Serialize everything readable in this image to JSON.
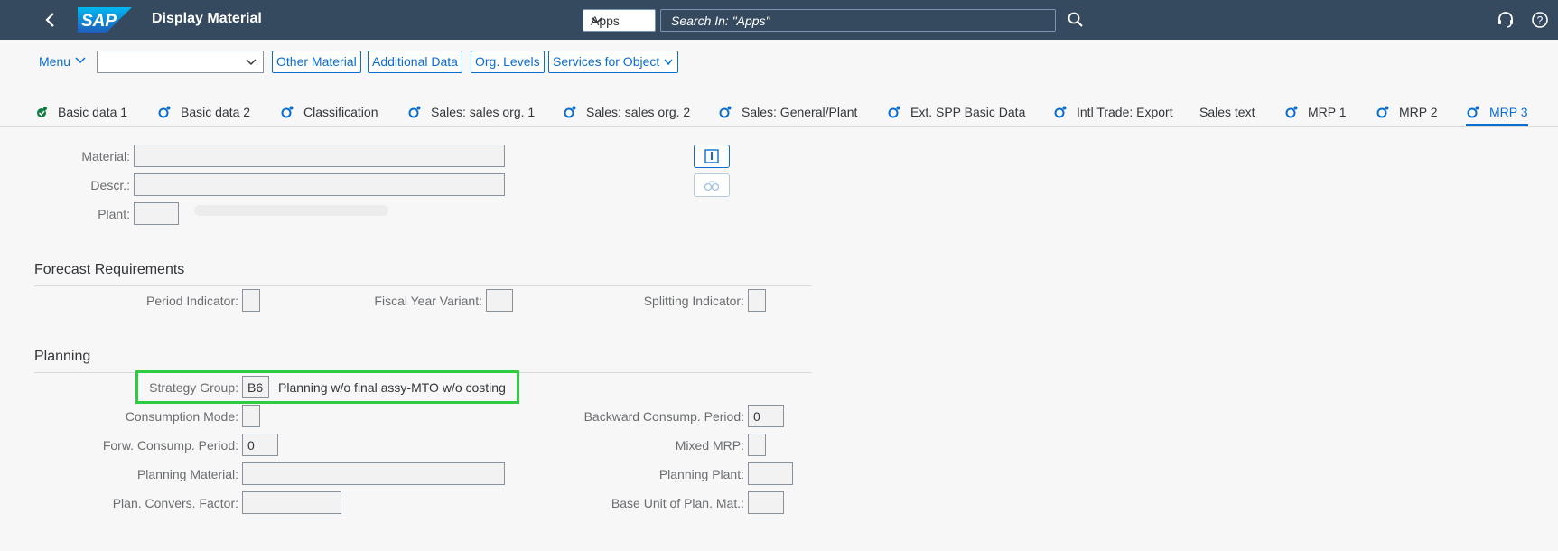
{
  "shell": {
    "title": "Display Material",
    "logo_text": "SAP",
    "apps_label": "Apps",
    "search_placeholder": "Search In: \"Apps\"",
    "icons": [
      "back-icon",
      "search-icon",
      "headset-icon",
      "help-icon"
    ]
  },
  "toolbar": {
    "menu_label": "Menu",
    "dropdown_value": "",
    "buttons": [
      "Other Material",
      "Additional Data",
      "Org. Levels",
      "Services for Object"
    ]
  },
  "tabs": [
    {
      "label": "Basic data 1",
      "icon": "check-gear-icon"
    },
    {
      "label": "Basic data 2",
      "icon": "gear-icon"
    },
    {
      "label": "Classification",
      "icon": "gear-icon"
    },
    {
      "label": "Sales: sales org. 1",
      "icon": "gear-icon"
    },
    {
      "label": "Sales: sales org. 2",
      "icon": "gear-icon"
    },
    {
      "label": "Sales: General/Plant",
      "icon": "gear-icon"
    },
    {
      "label": "Ext. SPP Basic Data",
      "icon": "gear-icon"
    },
    {
      "label": "Intl Trade: Export",
      "icon": "gear-icon"
    },
    {
      "label": "Sales text",
      "icon": ""
    },
    {
      "label": "MRP 1",
      "icon": "gear-icon"
    },
    {
      "label": "MRP 2",
      "icon": "gear-icon"
    },
    {
      "label": "MRP 3",
      "icon": "gear-icon",
      "active": true
    }
  ],
  "header_fields": {
    "material_label": "Material:",
    "material_value": "",
    "descr_label": "Descr.:",
    "descr_value": "",
    "plant_label": "Plant:",
    "plant_value": ""
  },
  "forecast": {
    "title": "Forecast Requirements",
    "period_indicator_label": "Period Indicator:",
    "fiscal_year_variant_label": "Fiscal Year Variant:",
    "splitting_indicator_label": "Splitting Indicator:"
  },
  "planning": {
    "title": "Planning",
    "strategy_group_label": "Strategy Group:",
    "strategy_group_value": "B6",
    "strategy_group_desc": "Planning w/o final assy-MTO w/o costing",
    "consumption_mode_label": "Consumption Mode:",
    "consumption_mode_value": "",
    "backward_label": "Backward Consump. Period:",
    "backward_value": "0",
    "forward_label": "Forw. Consump. Period:",
    "forward_value": "0",
    "mixed_mrp_label": "Mixed MRP:",
    "planning_material_label": "Planning Material:",
    "planning_plant_label": "Planning Plant:",
    "plan_convers_label": "Plan. Convers. Factor:",
    "base_unit_label": "Base Unit of Plan. Mat.:"
  },
  "colors": {
    "shell_bg": "#354a5f",
    "accent": "#0a6ed1",
    "highlight": "#2ecc40"
  }
}
